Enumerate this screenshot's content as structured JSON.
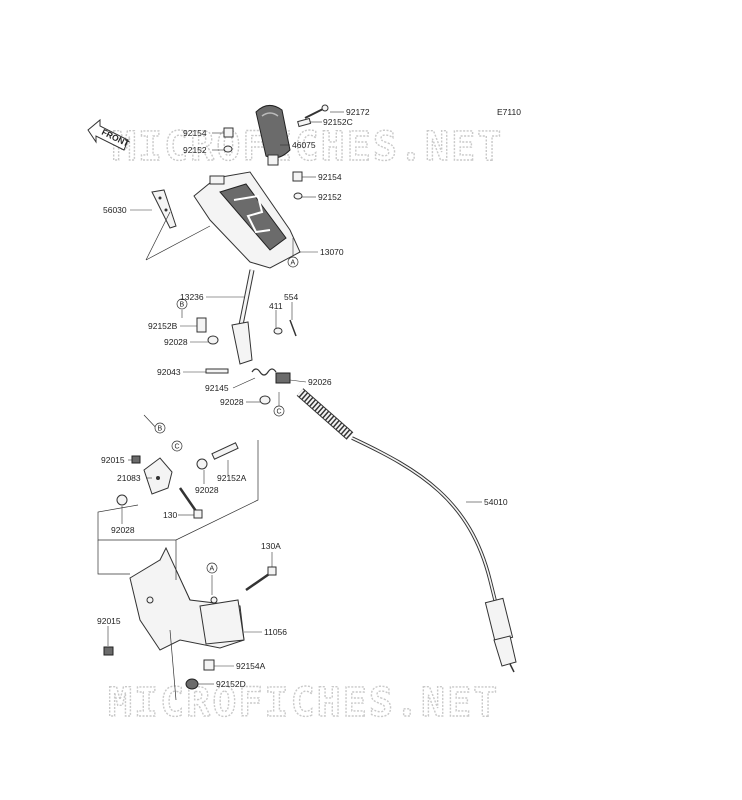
{
  "diagram_code": "E7110",
  "front_label": "FRONT",
  "watermark": "MICROFICHES.NET",
  "callouts": {
    "A": "A",
    "B": "B",
    "C": "C"
  },
  "parts": {
    "p92172": "92172",
    "p92152C": "92152C",
    "p92154_top": "92154",
    "p92152_top": "92152",
    "p46075": "46075",
    "p92154_r": "92154",
    "p92152_r": "92152",
    "p56030": "56030",
    "p13070": "13070",
    "p13236": "13236",
    "p554": "554",
    "p411": "411",
    "p92152B": "92152B",
    "p92028_a": "92028",
    "p92043": "92043",
    "p92145": "92145",
    "p92026": "92026",
    "p92028_b": "92028",
    "p92015_a": "92015",
    "p21083": "21083",
    "p92028_c": "92028",
    "p92152A": "92152A",
    "p92028_d": "92028",
    "p130": "130",
    "p54010": "54010",
    "p130A": "130A",
    "p92015_b": "92015",
    "p11056": "11056",
    "p92154A": "92154A",
    "p92152D": "92152D"
  }
}
